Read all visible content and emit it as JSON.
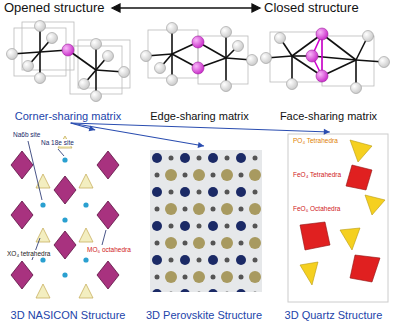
{
  "diagram": {
    "nodes": [
      {
        "text": [
          "Corner-sharing matrix"
        ]
      },
      {
        "text": [
          "Edge-sharing matrix"
        ]
      },
      {
        "text": [
          "Face-sharing matrix"
        ]
      },
      {
        "text": [
          "3D NASICON Structure"
        ]
      },
      {
        "text": [
          "3D Perovskite Structure"
        ]
      },
      {
        "text": [
          "3D Quartz Structure"
        ]
      }
    ],
    "edges": [
      {
        "from": 0,
        "to": 3,
        "arrow": "to"
      },
      {
        "from": 0,
        "to": 4,
        "arrow": "to"
      },
      {
        "from": 0,
        "to": 5,
        "arrow": "to"
      }
    ],
    "labels": [
      "Opened structure",
      "Closed structure",
      "Na6b site",
      "Na 18e site",
      "XO₄ tetrahedra",
      "MO₆ octahedra",
      "PO₄ Tetrahedra",
      "FeO₄ Tetrahedra",
      "FeO₆ Octahedra"
    ]
  }
}
